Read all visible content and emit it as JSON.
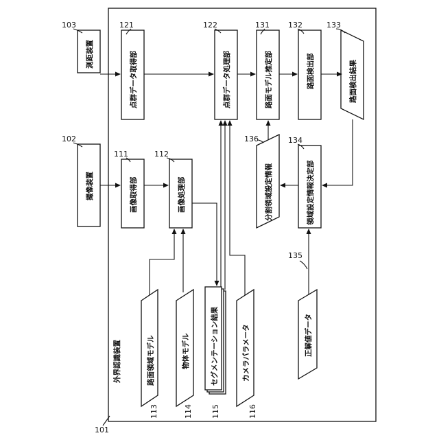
{
  "diagram": {
    "container_label": "外界認識装置",
    "refs": {
      "r101": "101",
      "r102": "102",
      "r103": "103",
      "r111": "111",
      "r112": "112",
      "r113": "113",
      "r114": "114",
      "r115": "115",
      "r116": "116",
      "r121": "121",
      "r122": "122",
      "r131": "131",
      "r132": "132",
      "r133": "133",
      "r134": "134",
      "r135": "135",
      "r136": "136"
    },
    "blocks": {
      "b103": "測距装置",
      "b102": "撮像装置",
      "b121": "点群データ取得部",
      "b111": "画像取得部",
      "b112": "画像処理部",
      "b122": "点群データ処理部",
      "b131": "路面モデル推定部",
      "b132": "路面検出部",
      "b133": "路面検出結果",
      "b136": "分割領域設定情報",
      "b134": "領域設定情報決定部",
      "b135": "正解値データ",
      "b113": "路面領域モデル",
      "b114": "物体モデル",
      "b115": "セグメンテーション結果",
      "b116": "カメラパラメータ"
    }
  }
}
